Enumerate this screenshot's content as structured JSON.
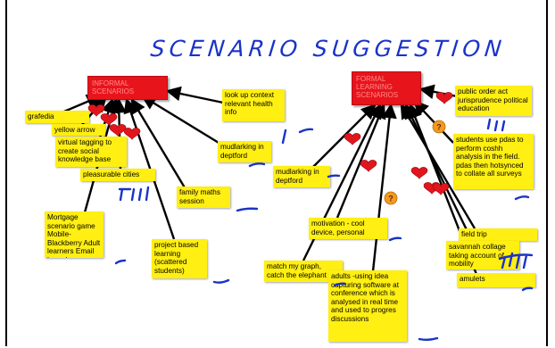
{
  "title": "SCENARIO SUGGESTIONS",
  "categories": {
    "informal": "INFORMAL SCENARIOS",
    "formal": "FORMAL LEARNING SCENARIOS"
  },
  "notes": {
    "grafedia": "grafedia",
    "yellow_arrow": "yellow arrow",
    "virtual_tagging": "virtual tagging to create social knowledge base",
    "pleasurable_cities": "pleasurable cities",
    "mortgage": "Mortgage scenario game Mobile-Blackberry Adult learners Email based",
    "project_based": "project based learning (scattered students)",
    "family_maths": "family maths session",
    "mudlarking_informal": "mudlarking in deptford",
    "look_up_context": "look up context relevant health info",
    "mudlarking_formal": "mudlarking in deptford",
    "motivation": "motivation - cool device, personal",
    "match_my_graph": "match my graph, catch the elephant",
    "adults_idea": "adults -using idea capturing software at conference which is analysed in real time and used to progres discussions",
    "public_order": "public order act jurisprudence political education",
    "students_pdas": "students use pdas to perform coshh analysis in the field. pdas then hotsynced to collate all surveys",
    "field_trip": "field trip",
    "savannah": "savannah collage taking account of mobility",
    "amulets": "amulets"
  },
  "colors": {
    "title": "#1a33c8",
    "category_fill": "#e8141c",
    "category_text": "#ff8a8a",
    "note_fill": "#ffef12",
    "arrow": "#000000",
    "heart": "#e3151c",
    "question_badge": "#f39a1f",
    "tally": "#1a33c8"
  },
  "icons": {
    "heart": "heart-icon",
    "question": "question-mark-icon"
  },
  "badge_text": "?"
}
